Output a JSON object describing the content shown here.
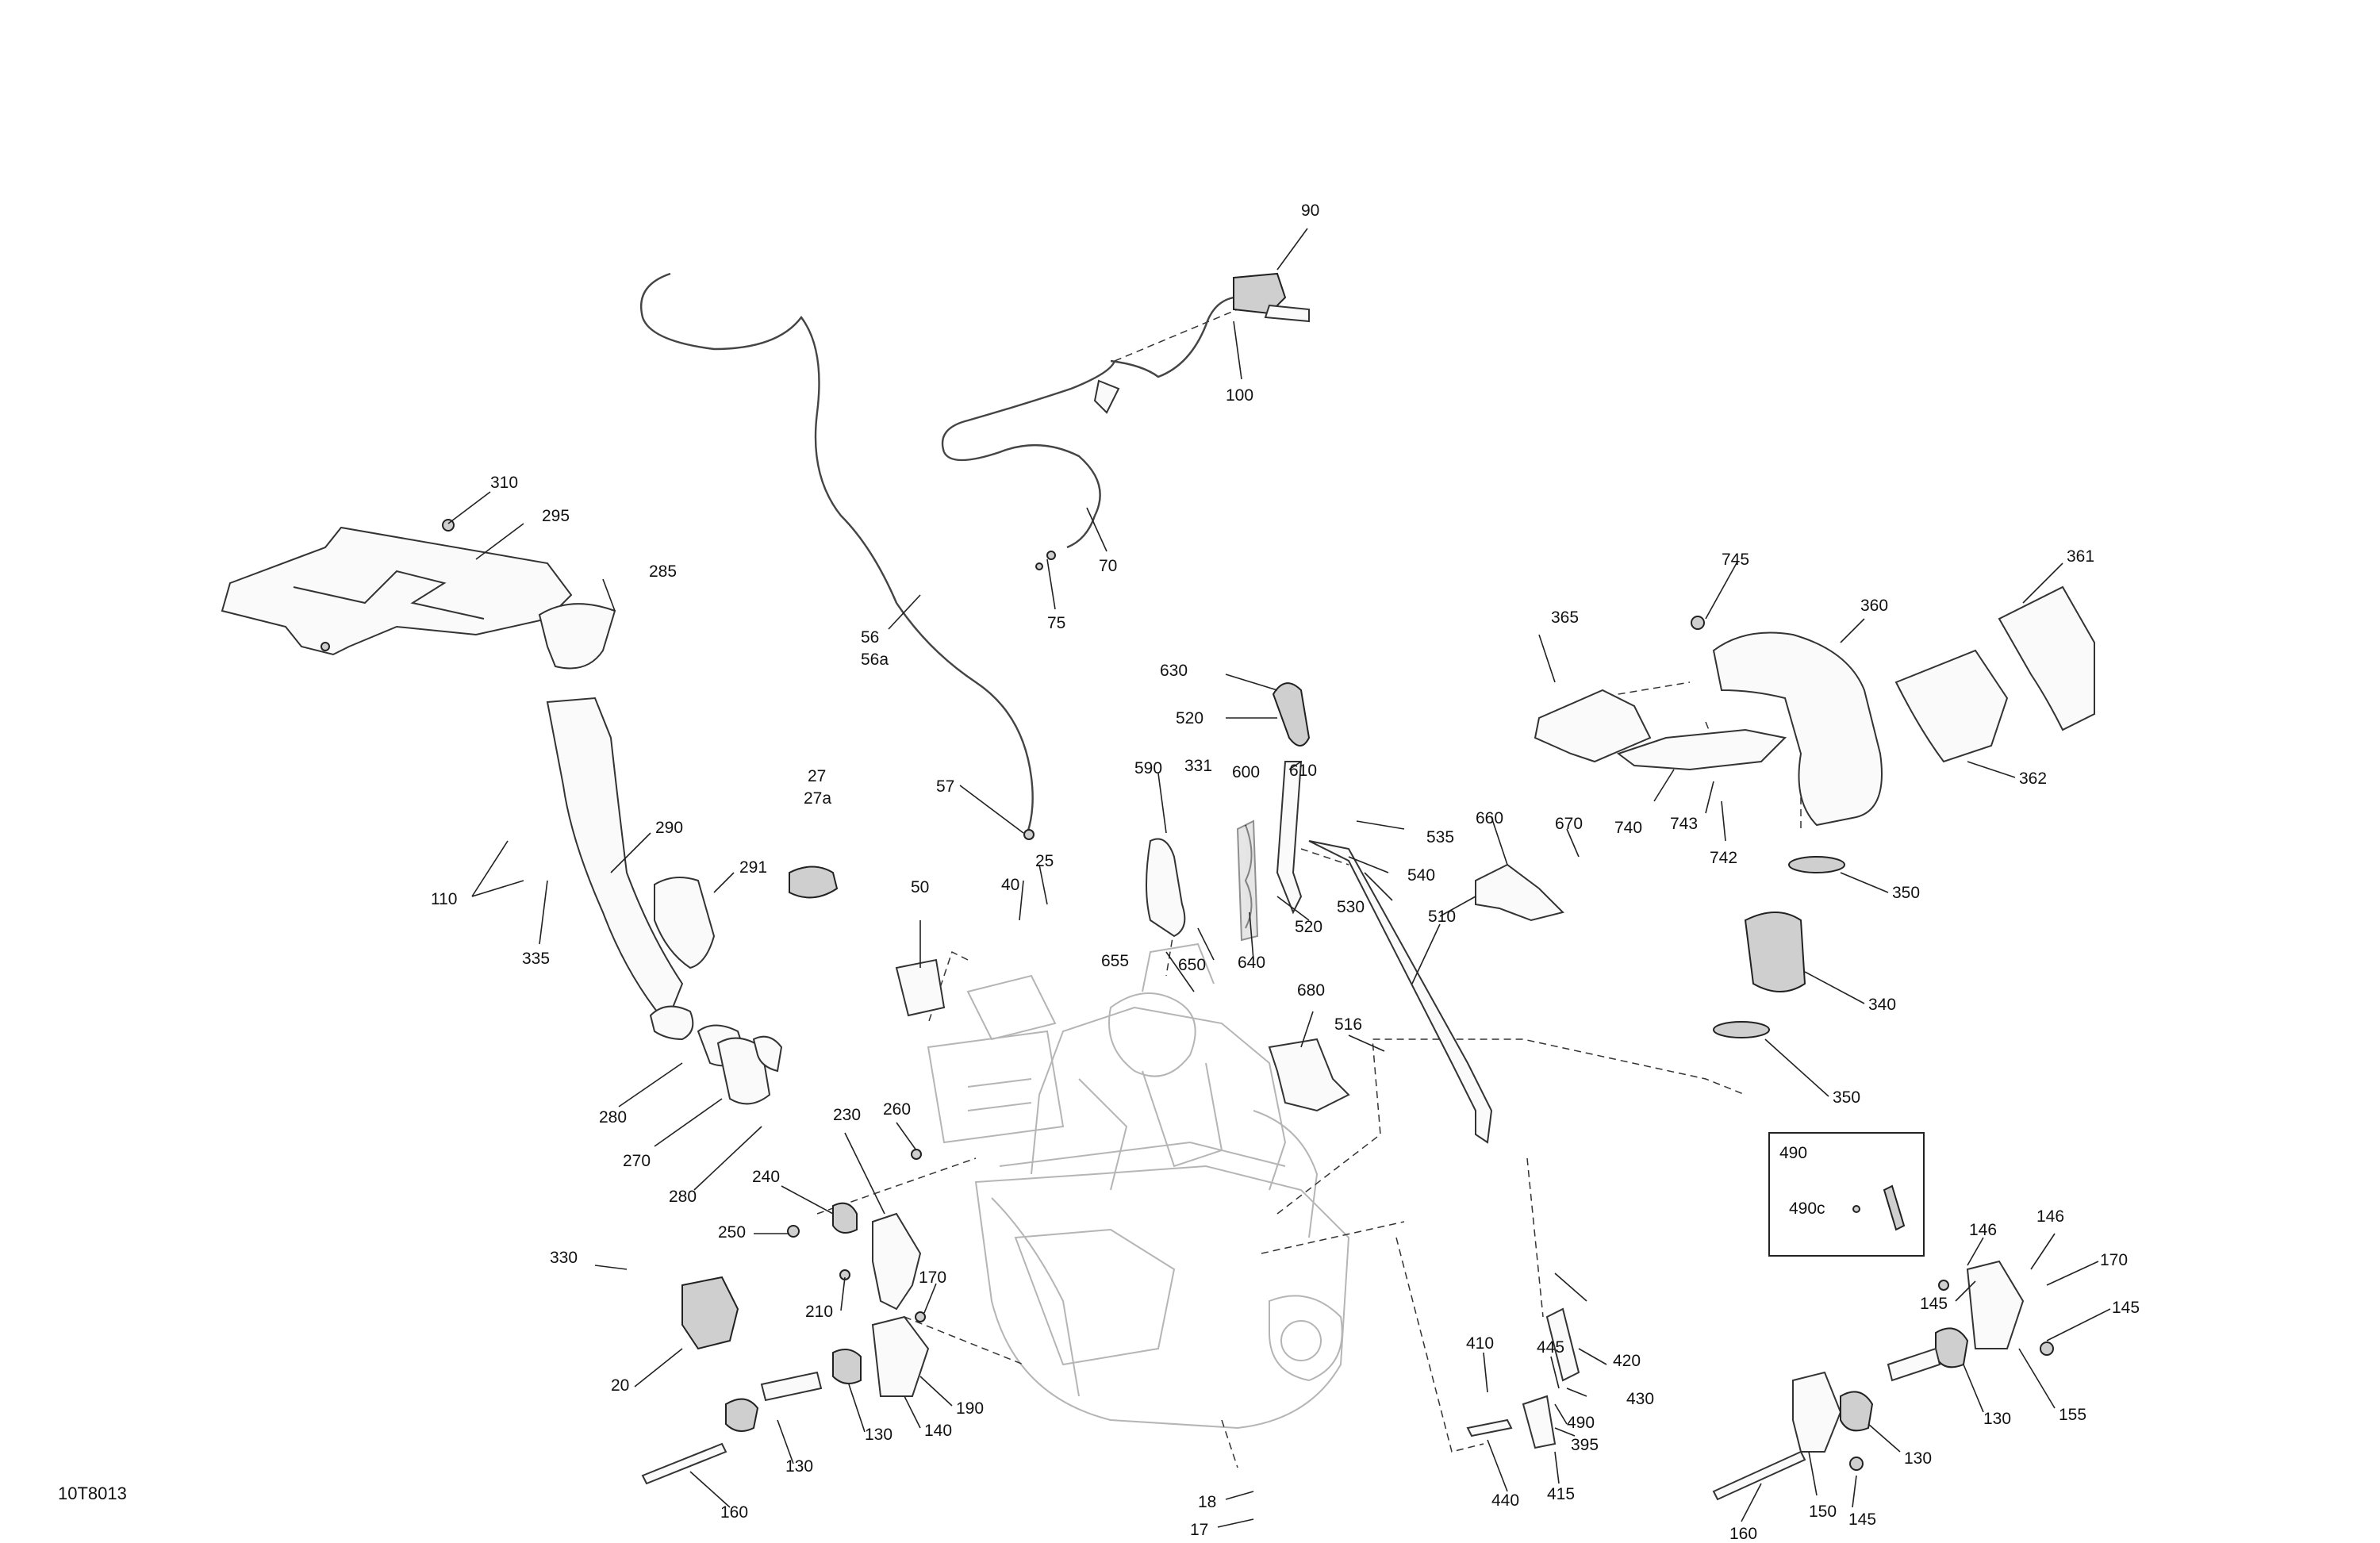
{
  "drawing_code": "10T8013",
  "inset_title": "490",
  "labels": [
    {
      "id": "90",
      "text": "90"
    },
    {
      "id": "100",
      "text": "100"
    },
    {
      "id": "70",
      "text": "70"
    },
    {
      "id": "75",
      "text": "75"
    },
    {
      "id": "56",
      "text": "56"
    },
    {
      "id": "56a",
      "text": "56a"
    },
    {
      "id": "57",
      "text": "57"
    },
    {
      "id": "310",
      "text": "310"
    },
    {
      "id": "295",
      "text": "295"
    },
    {
      "id": "285",
      "text": "285"
    },
    {
      "id": "290",
      "text": "290"
    },
    {
      "id": "291",
      "text": "291"
    },
    {
      "id": "110",
      "text": "110"
    },
    {
      "id": "335",
      "text": "335"
    },
    {
      "id": "27",
      "text": "27"
    },
    {
      "id": "27a",
      "text": "27a"
    },
    {
      "id": "50",
      "text": "50"
    },
    {
      "id": "40",
      "text": "40"
    },
    {
      "id": "25",
      "text": "25"
    },
    {
      "id": "630",
      "text": "630"
    },
    {
      "id": "520a",
      "text": "520"
    },
    {
      "id": "590",
      "text": "590"
    },
    {
      "id": "331",
      "text": "331"
    },
    {
      "id": "600",
      "text": "600"
    },
    {
      "id": "610",
      "text": "610"
    },
    {
      "id": "535",
      "text": "535"
    },
    {
      "id": "540",
      "text": "540"
    },
    {
      "id": "530",
      "text": "530"
    },
    {
      "id": "520b",
      "text": "520"
    },
    {
      "id": "655",
      "text": "655"
    },
    {
      "id": "650",
      "text": "650"
    },
    {
      "id": "640",
      "text": "640"
    },
    {
      "id": "660",
      "text": "660"
    },
    {
      "id": "670",
      "text": "670"
    },
    {
      "id": "510",
      "text": "510"
    },
    {
      "id": "680",
      "text": "680"
    },
    {
      "id": "516",
      "text": "516"
    },
    {
      "id": "745",
      "text": "745"
    },
    {
      "id": "365",
      "text": "365"
    },
    {
      "id": "360",
      "text": "360"
    },
    {
      "id": "361",
      "text": "361"
    },
    {
      "id": "362",
      "text": "362"
    },
    {
      "id": "740",
      "text": "740"
    },
    {
      "id": "743",
      "text": "743"
    },
    {
      "id": "742",
      "text": "742"
    },
    {
      "id": "350a",
      "text": "350"
    },
    {
      "id": "340",
      "text": "340"
    },
    {
      "id": "350b",
      "text": "350"
    },
    {
      "id": "280a",
      "text": "280"
    },
    {
      "id": "270",
      "text": "270"
    },
    {
      "id": "280b",
      "text": "280"
    },
    {
      "id": "230",
      "text": "230"
    },
    {
      "id": "260",
      "text": "260"
    },
    {
      "id": "240",
      "text": "240"
    },
    {
      "id": "250",
      "text": "250"
    },
    {
      "id": "330",
      "text": "330"
    },
    {
      "id": "210",
      "text": "210"
    },
    {
      "id": "170a",
      "text": "170"
    },
    {
      "id": "20",
      "text": "20"
    },
    {
      "id": "190",
      "text": "190"
    },
    {
      "id": "140",
      "text": "140"
    },
    {
      "id": "130a",
      "text": "130"
    },
    {
      "id": "130b",
      "text": "130"
    },
    {
      "id": "160a",
      "text": "160"
    },
    {
      "id": "18",
      "text": "18"
    },
    {
      "id": "17",
      "text": "17"
    },
    {
      "id": "410",
      "text": "410"
    },
    {
      "id": "445",
      "text": "445"
    },
    {
      "id": "420",
      "text": "420"
    },
    {
      "id": "430",
      "text": "430"
    },
    {
      "id": "490",
      "text": "490"
    },
    {
      "id": "395",
      "text": "395"
    },
    {
      "id": "440",
      "text": "440"
    },
    {
      "id": "415",
      "text": "415"
    },
    {
      "id": "490c",
      "text": "490c"
    },
    {
      "id": "146a",
      "text": "146"
    },
    {
      "id": "146b",
      "text": "146"
    },
    {
      "id": "170b",
      "text": "170"
    },
    {
      "id": "145a",
      "text": "145"
    },
    {
      "id": "145b",
      "text": "145"
    },
    {
      "id": "155",
      "text": "155"
    },
    {
      "id": "130c",
      "text": "130"
    },
    {
      "id": "130d",
      "text": "130"
    },
    {
      "id": "150",
      "text": "150"
    },
    {
      "id": "145c",
      "text": "145"
    },
    {
      "id": "160b",
      "text": "160"
    }
  ]
}
